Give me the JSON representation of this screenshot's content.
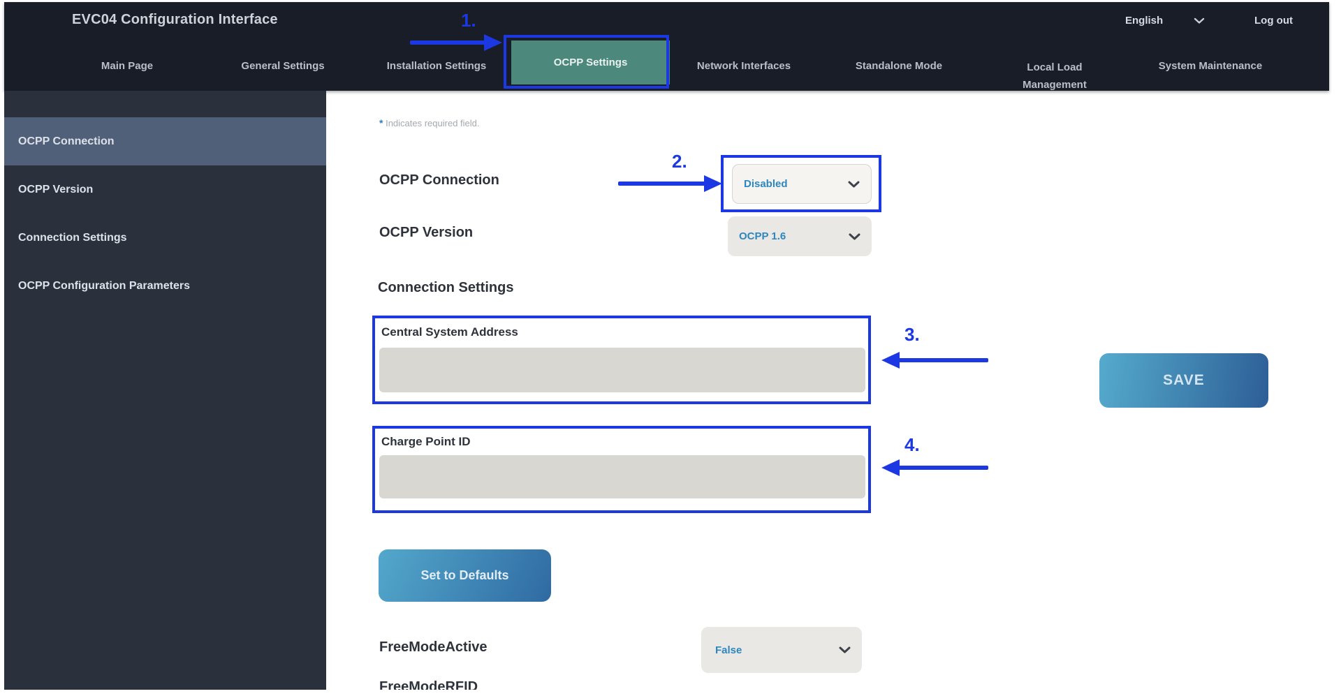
{
  "header": {
    "title": "EVC04 Configuration Interface",
    "language": "English",
    "logout_label": "Log out",
    "tabs": [
      {
        "label": "Main Page",
        "active": false
      },
      {
        "label": "General Settings",
        "active": false
      },
      {
        "label": "Installation Settings",
        "active": false
      },
      {
        "label": "OCPP Settings",
        "active": true
      },
      {
        "label": "Network Interfaces",
        "active": false
      },
      {
        "label": "Standalone Mode",
        "active": false
      },
      {
        "label": "Local Load Management",
        "active": false
      },
      {
        "label": "System Maintenance",
        "active": false
      }
    ]
  },
  "sidebar": {
    "items": [
      {
        "label": "OCPP Connection",
        "active": true
      },
      {
        "label": "OCPP Version",
        "active": false
      },
      {
        "label": "Connection Settings",
        "active": false
      },
      {
        "label": "OCPP Configuration Parameters",
        "active": false
      }
    ]
  },
  "main": {
    "required_asterisk": "*",
    "required_note": "Indicates required field.",
    "sections": {
      "connection_settings": "Connection Settings"
    },
    "fields": {
      "ocpp_connection": {
        "label": "OCPP Connection",
        "value": "Disabled"
      },
      "ocpp_version": {
        "label": "OCPP Version",
        "value": "OCPP 1.6"
      },
      "central_system_address": {
        "label": "Central System Address",
        "value": ""
      },
      "charge_point_id": {
        "label": "Charge Point ID",
        "value": ""
      },
      "free_mode_active": {
        "label": "FreeModeActive",
        "value": "False"
      },
      "free_mode_rfid": {
        "label": "FreeModeRFID"
      }
    },
    "buttons": {
      "save": "SAVE",
      "set_to_defaults": "Set to Defaults"
    }
  },
  "annotations": {
    "steps": [
      "1.",
      "2.",
      "3.",
      "4."
    ],
    "color": "#1c38e3"
  },
  "colors": {
    "header_bg": "#191d27",
    "sidebar_bg": "#2b303d",
    "sidebar_active_bg": "#516079",
    "active_tab_bg": "#4d887c",
    "select_text": "#2e86bf",
    "input_bg": "#d9d7d1",
    "save_gradient_start": "#55abcd",
    "save_gradient_end": "#2d5e96"
  }
}
